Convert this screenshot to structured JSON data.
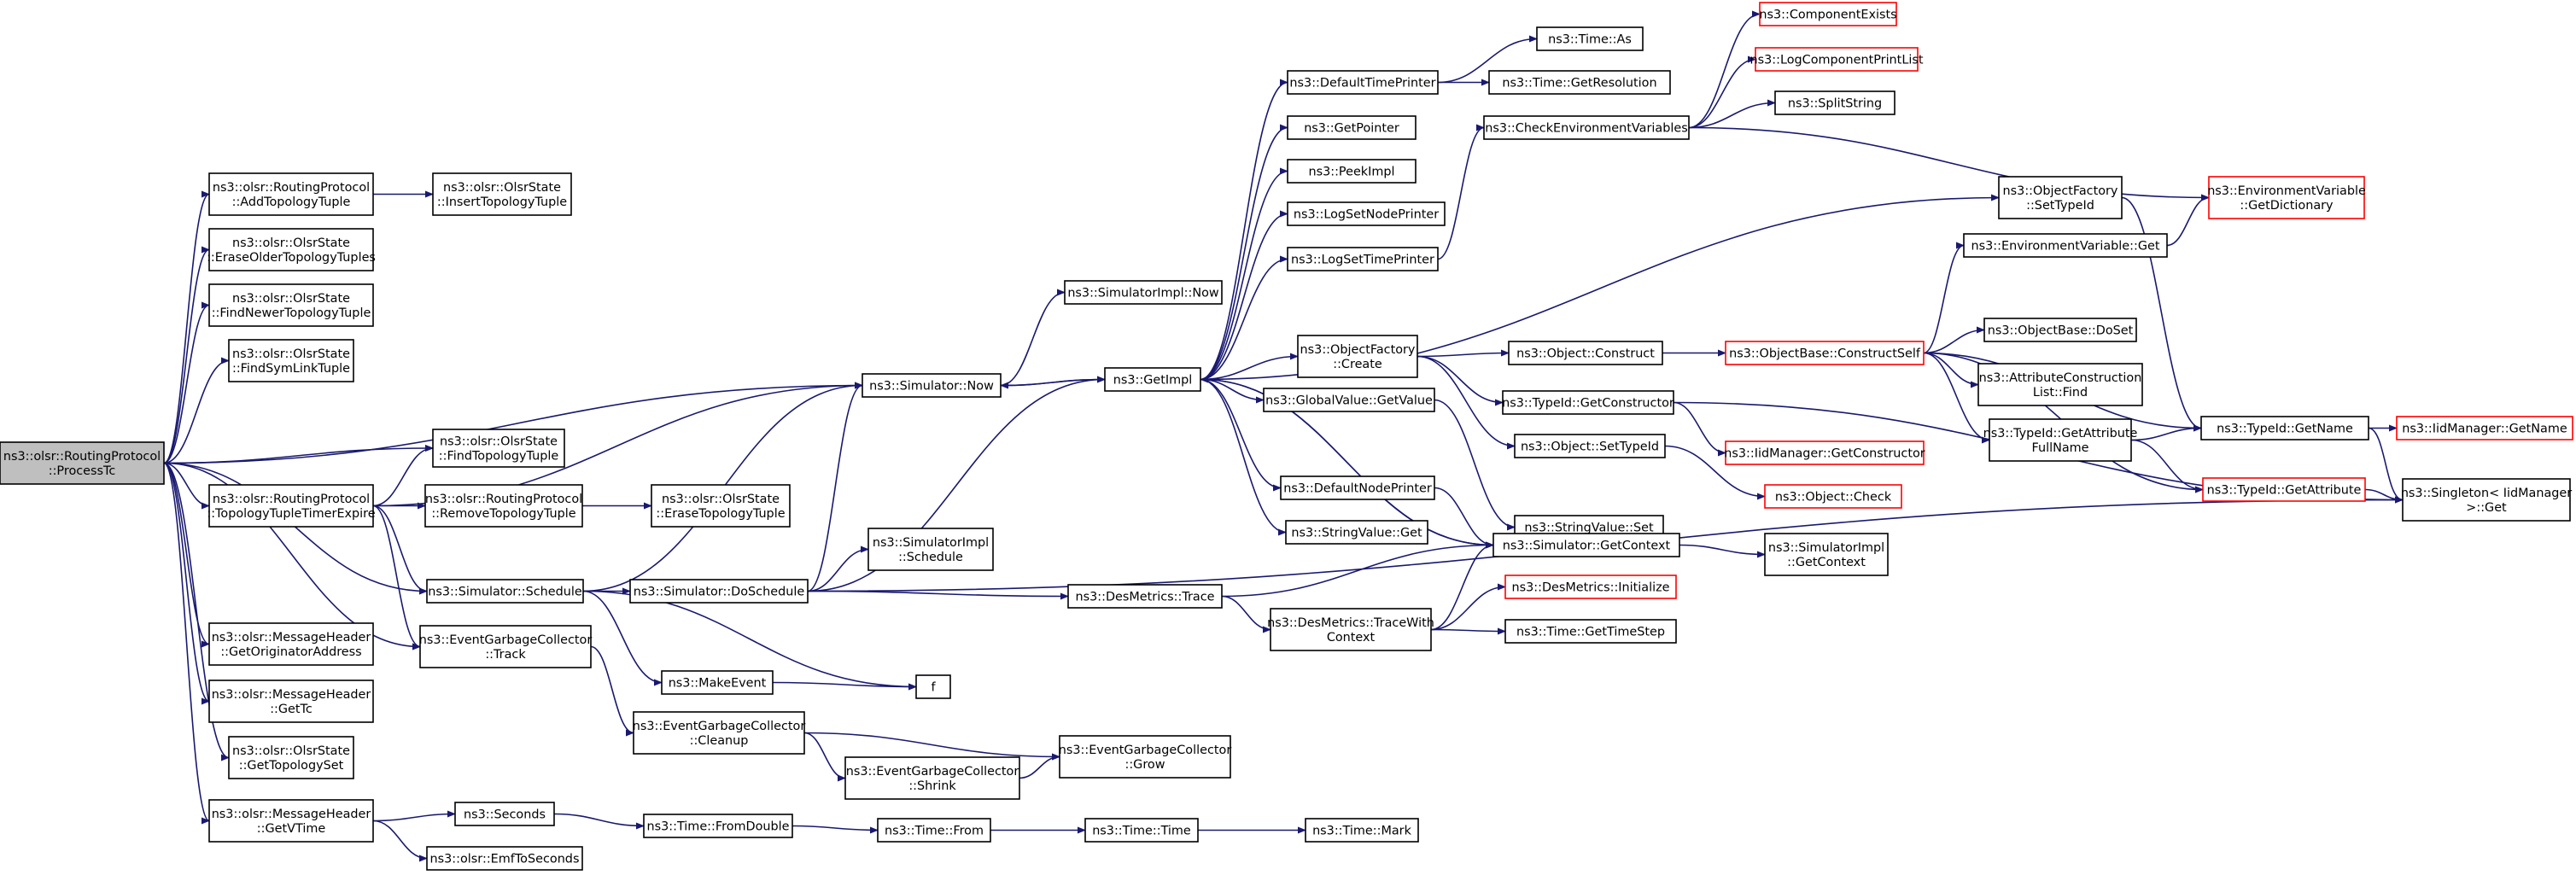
{
  "colors": {
    "edge": "#191970",
    "node_border": "#000000",
    "undocumented_border": "#ff0000",
    "root_fill": "#bfbfbf"
  },
  "nodes": [
    {
      "id": "root",
      "lines": [
        "ns3::olsr::RoutingProtocol",
        "::ProcessTc"
      ],
      "style": "root"
    },
    {
      "id": "addTopo",
      "lines": [
        "ns3::olsr::RoutingProtocol",
        "::AddTopologyTuple"
      ]
    },
    {
      "id": "insertTopo",
      "lines": [
        "ns3::olsr::OlsrState",
        "::InsertTopologyTuple"
      ]
    },
    {
      "id": "eraseOlder",
      "lines": [
        "ns3::olsr::OlsrState",
        "::EraseOlderTopologyTuples"
      ]
    },
    {
      "id": "findNewer",
      "lines": [
        "ns3::olsr::OlsrState",
        "::FindNewerTopologyTuple"
      ]
    },
    {
      "id": "findSym",
      "lines": [
        "ns3::olsr::OlsrState",
        "::FindSymLinkTuple"
      ]
    },
    {
      "id": "findTopo",
      "lines": [
        "ns3::olsr::OlsrState",
        "::FindTopologyTuple"
      ]
    },
    {
      "id": "topoExpire",
      "lines": [
        "ns3::olsr::RoutingProtocol",
        "::TopologyTupleTimerExpire"
      ]
    },
    {
      "id": "removeTopo",
      "lines": [
        "ns3::olsr::RoutingProtocol",
        "::RemoveTopologyTuple"
      ]
    },
    {
      "id": "eraseTopo",
      "lines": [
        "ns3::olsr::OlsrState",
        "::EraseTopologyTuple"
      ]
    },
    {
      "id": "schedule",
      "lines": [
        "ns3::Simulator::Schedule"
      ]
    },
    {
      "id": "egcTrack",
      "lines": [
        "ns3::EventGarbageCollector",
        "::Track"
      ]
    },
    {
      "id": "getOrig",
      "lines": [
        "ns3::olsr::MessageHeader",
        "::GetOriginatorAddress"
      ]
    },
    {
      "id": "getTc",
      "lines": [
        "ns3::olsr::MessageHeader",
        "::GetTc"
      ]
    },
    {
      "id": "getTopoSet",
      "lines": [
        "ns3::olsr::OlsrState",
        "::GetTopologySet"
      ]
    },
    {
      "id": "getVTime",
      "lines": [
        "ns3::olsr::MessageHeader",
        "::GetVTime"
      ]
    },
    {
      "id": "seconds",
      "lines": [
        "ns3::Seconds"
      ]
    },
    {
      "id": "emf",
      "lines": [
        "ns3::olsr::EmfToSeconds"
      ]
    },
    {
      "id": "simNow",
      "lines": [
        "ns3::Simulator::Now"
      ]
    },
    {
      "id": "simImplNow",
      "lines": [
        "ns3::SimulatorImpl::Now"
      ]
    },
    {
      "id": "getImpl",
      "lines": [
        "ns3::GetImpl"
      ]
    },
    {
      "id": "doSchedule",
      "lines": [
        "ns3::Simulator::DoSchedule"
      ]
    },
    {
      "id": "simImplSchedule",
      "lines": [
        "ns3::SimulatorImpl",
        "::Schedule"
      ]
    },
    {
      "id": "desTrace",
      "lines": [
        "ns3::DesMetrics::Trace"
      ]
    },
    {
      "id": "traceWith",
      "lines": [
        "ns3::DesMetrics::TraceWith",
        "Context"
      ]
    },
    {
      "id": "makeEvent",
      "lines": [
        "ns3::MakeEvent"
      ]
    },
    {
      "id": "f",
      "lines": [
        "f"
      ]
    },
    {
      "id": "egcCleanup",
      "lines": [
        "ns3::EventGarbageCollector",
        "::Cleanup"
      ]
    },
    {
      "id": "egcShrink",
      "lines": [
        "ns3::EventGarbageCollector",
        "::Shrink"
      ]
    },
    {
      "id": "egcGrow",
      "lines": [
        "ns3::EventGarbageCollector",
        "::Grow"
      ]
    },
    {
      "id": "fromDouble",
      "lines": [
        "ns3::Time::FromDouble"
      ]
    },
    {
      "id": "timeFrom",
      "lines": [
        "ns3::Time::From"
      ]
    },
    {
      "id": "timeTime",
      "lines": [
        "ns3::Time::Time"
      ]
    },
    {
      "id": "timeMark",
      "lines": [
        "ns3::Time::Mark"
      ]
    },
    {
      "id": "defTimePrinter",
      "lines": [
        "ns3::DefaultTimePrinter"
      ]
    },
    {
      "id": "timeAs",
      "lines": [
        "ns3::Time::As"
      ]
    },
    {
      "id": "timeGetRes",
      "lines": [
        "ns3::Time::GetResolution"
      ]
    },
    {
      "id": "getPointer",
      "lines": [
        "ns3::GetPointer"
      ]
    },
    {
      "id": "peekImpl",
      "lines": [
        "ns3::PeekImpl"
      ]
    },
    {
      "id": "logSetNode",
      "lines": [
        "ns3::LogSetNodePrinter"
      ]
    },
    {
      "id": "logSetTime",
      "lines": [
        "ns3::LogSetTimePrinter"
      ]
    },
    {
      "id": "checkEnv",
      "lines": [
        "ns3::CheckEnvironmentVariables"
      ]
    },
    {
      "id": "compExists",
      "lines": [
        "ns3::ComponentExists"
      ],
      "style": "red"
    },
    {
      "id": "logCompPrint",
      "lines": [
        "ns3::LogComponentPrintList"
      ],
      "style": "red"
    },
    {
      "id": "splitString",
      "lines": [
        "ns3::SplitString"
      ]
    },
    {
      "id": "envGetDict",
      "lines": [
        "ns3::EnvironmentVariable",
        "::GetDictionary"
      ],
      "style": "red"
    },
    {
      "id": "ofSetTypeId",
      "lines": [
        "ns3::ObjectFactory",
        "::SetTypeId"
      ]
    },
    {
      "id": "envGet",
      "lines": [
        "ns3::EnvironmentVariable::Get"
      ]
    },
    {
      "id": "ofCreate",
      "lines": [
        "ns3::ObjectFactory",
        "::Create"
      ]
    },
    {
      "id": "objConstruct",
      "lines": [
        "ns3::Object::Construct"
      ]
    },
    {
      "id": "constructSelf",
      "lines": [
        "ns3::ObjectBase::ConstructSelf"
      ],
      "style": "red"
    },
    {
      "id": "doSet",
      "lines": [
        "ns3::ObjectBase::DoSet"
      ]
    },
    {
      "id": "acListFind",
      "lines": [
        "ns3::AttributeConstruction",
        "List::Find"
      ]
    },
    {
      "id": "getAttrFull",
      "lines": [
        "ns3::TypeId::GetAttribute",
        "FullName"
      ]
    },
    {
      "id": "typeGetName",
      "lines": [
        "ns3::TypeId::GetName"
      ]
    },
    {
      "id": "iidGetName",
      "lines": [
        "ns3::IidManager::GetName"
      ],
      "style": "red"
    },
    {
      "id": "typeGetAttr",
      "lines": [
        "ns3::TypeId::GetAttribute"
      ],
      "style": "red"
    },
    {
      "id": "singletonGet",
      "lines": [
        "ns3::Singleton< IidManager",
        " >::Get"
      ]
    },
    {
      "id": "gvGetValue",
      "lines": [
        "ns3::GlobalValue::GetValue"
      ]
    },
    {
      "id": "typeGetCons",
      "lines": [
        "ns3::TypeId::GetConstructor"
      ]
    },
    {
      "id": "iidGetCons",
      "lines": [
        "ns3::IidManager::GetConstructor"
      ],
      "style": "red"
    },
    {
      "id": "objSetTypeId",
      "lines": [
        "ns3::Object::SetTypeId"
      ]
    },
    {
      "id": "objCheck",
      "lines": [
        "ns3::Object::Check"
      ],
      "style": "red"
    },
    {
      "id": "svSet",
      "lines": [
        "ns3::StringValue::Set"
      ]
    },
    {
      "id": "defNodePrinter",
      "lines": [
        "ns3::DefaultNodePrinter"
      ]
    },
    {
      "id": "svGet",
      "lines": [
        "ns3::StringValue::Get"
      ]
    },
    {
      "id": "simGetContext",
      "lines": [
        "ns3::Simulator::GetContext"
      ]
    },
    {
      "id": "simImplGetCtx",
      "lines": [
        "ns3::SimulatorImpl",
        "::GetContext"
      ]
    },
    {
      "id": "desInit",
      "lines": [
        "ns3::DesMetrics::Initialize"
      ],
      "style": "red"
    },
    {
      "id": "getTimeStep",
      "lines": [
        "ns3::Time::GetTimeStep"
      ]
    }
  ]
}
